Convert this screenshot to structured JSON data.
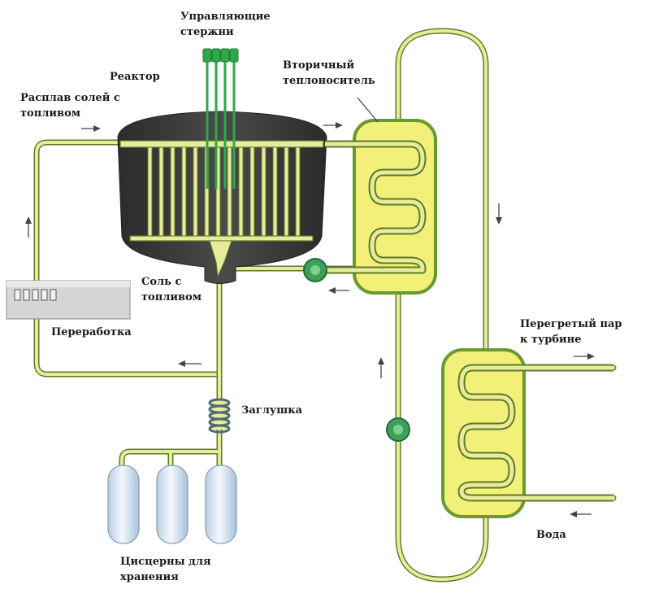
{
  "labels": {
    "control_rods": [
      "Управляющие",
      "стержни"
    ],
    "reactor": "Реактор",
    "molten_salt": [
      "Расплав солей с",
      "топливом"
    ],
    "secondary_coolant": [
      "Вторичный",
      "теплоноситель"
    ],
    "salt_fuel": [
      "Соль с",
      "топливом"
    ],
    "processing": "Переработка",
    "plug": "Заглушка",
    "storage_tanks": [
      "Цисцерны для",
      "хранения"
    ],
    "superheated_steam": [
      "Перегретый пар",
      "к турбине"
    ],
    "water": "Вода"
  },
  "colors": {
    "reactor_body": "#3a3a3a",
    "pipe_fill": "#e8ec9a",
    "pipe_outline": "#5c7a2a",
    "exchanger_fill": "#f3f07a",
    "exchanger_outline": "#6a9a2e",
    "pump": "#3da05a",
    "rods": "#2fa84a",
    "tank_fill": "#d8e8f4"
  }
}
